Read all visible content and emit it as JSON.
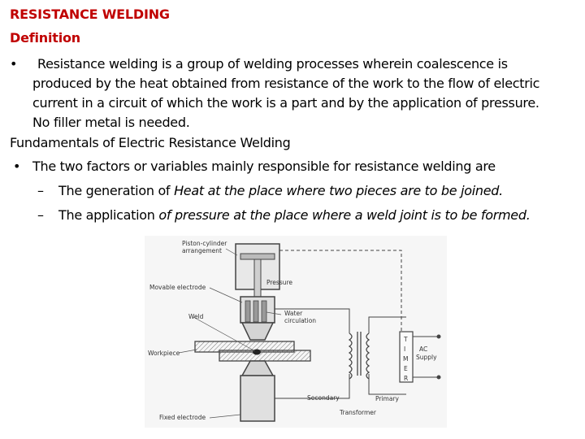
{
  "title": "RESISTANCE WELDING",
  "subtitle": "Definition",
  "definition": {
    "bullet": "•",
    "line1": "Resistance welding is a group of welding processes wherein coalescence is",
    "line2": "produced by the heat obtained from resistance of the work to the flow of electric",
    "line3": "current in a circuit of which the work is a part and by the application of pressure.",
    "line4": "No filler metal is needed."
  },
  "fundamentals_heading": "Fundamentals of Electric Resistance Welding",
  "factors": {
    "bullet": "•",
    "text": "The two factors or variables mainly responsible for resistance welding are",
    "items": [
      {
        "dash": "–",
        "plain": "The generation of ",
        "italic": "Heat at the place where two pieces are to be joined."
      },
      {
        "dash": "–",
        "plain": "The application ",
        "italic": "of pressure at the place where a weld joint is to be formed."
      }
    ]
  },
  "diagram": {
    "labels": {
      "piston_line1": "Piston-cylinder",
      "piston_line2": "arrangement",
      "pressure": "Pressure",
      "movable_electrode": "Movable electrode",
      "weld": "Weld",
      "water_line1": "Water",
      "water_line2": "circulation",
      "workpiece": "Workpiece",
      "fixed_electrode": "Fixed electrode",
      "secondary": "Secondary",
      "primary": "Primary",
      "transformer": "Transformer",
      "ac_line1": "AC",
      "ac_line2": "Supply",
      "timer_letters": [
        "T",
        "I",
        "M",
        "E",
        "R"
      ]
    }
  }
}
